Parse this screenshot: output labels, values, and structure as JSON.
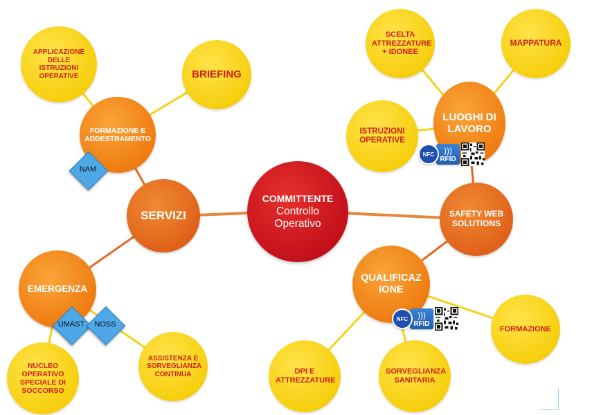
{
  "center": {
    "title": "COMMITTENTE",
    "line1": "Controllo",
    "line2": "Operativo"
  },
  "servizi": {
    "label": "SERVIZI"
  },
  "formazione_addestramento": {
    "label": "FORMAZIONE E ADDESTRAMENTO"
  },
  "applicazione_istruzioni": {
    "label": "APPLICAZIONE DELLE ISTRUZIONI OPERATIVE"
  },
  "briefing": {
    "label": "BRIEFING"
  },
  "emergenza": {
    "label": "EMERGENZA"
  },
  "nucleo": {
    "label": "NUCLEO OPERATIVO SPECIALE DI SOCCORSO"
  },
  "assistenza": {
    "label": "ASSISTENZA E SORVEGLIANZA CONTINUA"
  },
  "tags": {
    "nam": "NAM",
    "umast": "UMAST",
    "noss": "NOSS"
  },
  "safety": {
    "label": "SAFETY WEB SOLUTIONS"
  },
  "luoghi": {
    "label": "LUOGHI DI LAVORO"
  },
  "scelta": {
    "label": "SCELTA ATTREZZATURE + IDONEE"
  },
  "mappatura": {
    "label": "MAPPATURA"
  },
  "istruzioni": {
    "label": "ISTRUZIONI OPERATIVE"
  },
  "qualificazione": {
    "line1": "QUALIFICAZ",
    "line2": "IONE"
  },
  "formazione": {
    "label": "FORMAZIONE"
  },
  "dpi": {
    "label": "DPI E ATTREZZATURE"
  },
  "sorveglianza": {
    "label": "SORVEGLIANZA SANITARIA"
  },
  "badge_text": {
    "nfc": "NFC",
    "rfid": "RFID"
  },
  "colors": {
    "yellow": "#f7cf0f",
    "orange": "#ef7d11",
    "dark_orange": "#e0621a",
    "red": "#c4111b",
    "text_red": "#cf1f12",
    "diamond_blue": "#4ea8e8",
    "link_yellow": "#f3d21a",
    "link_orange": "#e6661f"
  },
  "icons": [
    "nfc-icon",
    "rfid-icon",
    "qr-code-icon"
  ]
}
